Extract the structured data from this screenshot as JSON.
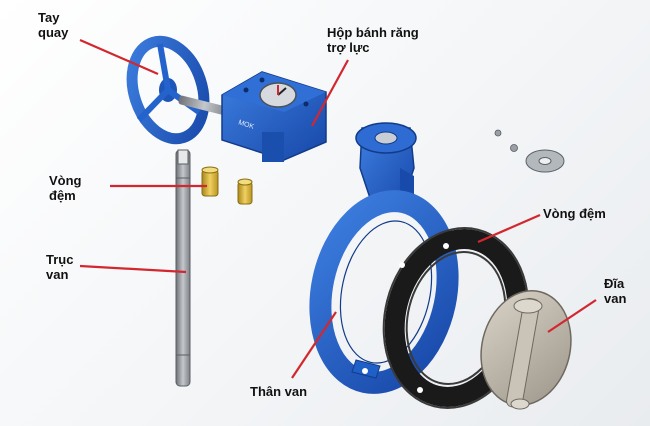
{
  "labels": {
    "handwheel": "Tay\nquay",
    "gearbox": "Hộp bánh răng\ntrợ lực",
    "seal_left": "Vòng\nđệm",
    "stem": "Trục\nvan",
    "seal_right": "Vòng đệm",
    "disc": "Đĩa\nvan",
    "body": "Thân van"
  },
  "colors": {
    "body_blue": "#1f5fc8",
    "callout_red": "#d3272f",
    "liner_black": "#1a1a1a",
    "disc_grey": "#b9b2a6",
    "stem_grey": "#8a8e93",
    "brass": "#d4b23a"
  }
}
